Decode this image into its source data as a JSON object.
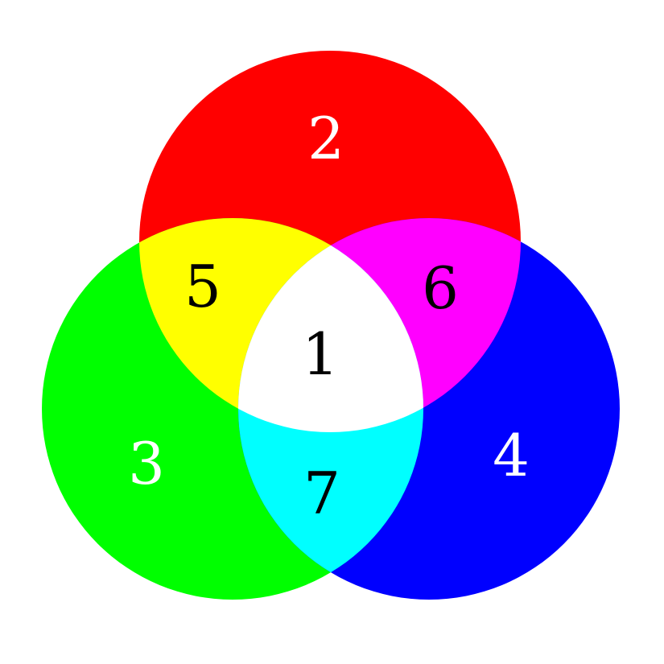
{
  "colors": {
    "red": "#ff0000",
    "green": "#00ff00",
    "blue": "#0000ff",
    "yellow": "#ffff00",
    "magenta": "#ff00ff",
    "cyan": "#00ffff",
    "white": "#ffffff"
  },
  "regions": {
    "center": "1",
    "red_only": "2",
    "green_only": "3",
    "blue_only": "4",
    "red_green": "5",
    "red_blue": "6",
    "green_blue": "7"
  }
}
